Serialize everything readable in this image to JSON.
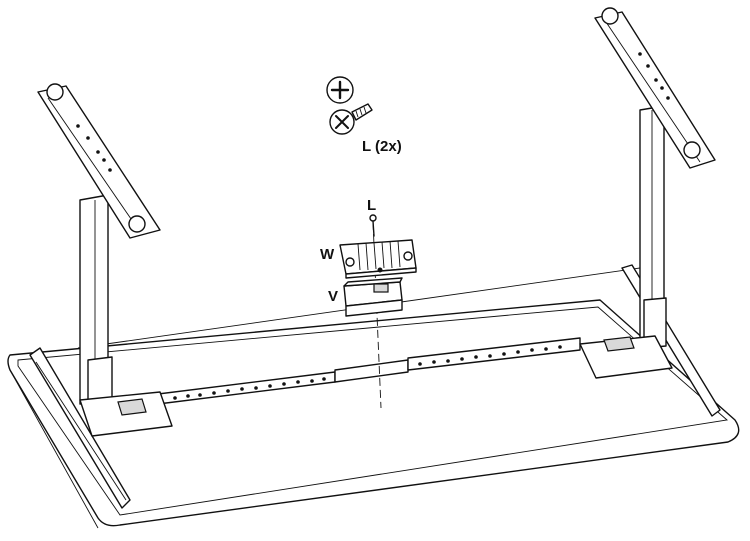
{
  "diagram": {
    "labels": {
      "screw_count": "L (2x)",
      "screw_part": "L",
      "bracket_part": "W",
      "box_part": "V"
    }
  },
  "colors": {
    "line": "#111111",
    "background": "#ffffff",
    "shade": "#d9d9d9"
  }
}
